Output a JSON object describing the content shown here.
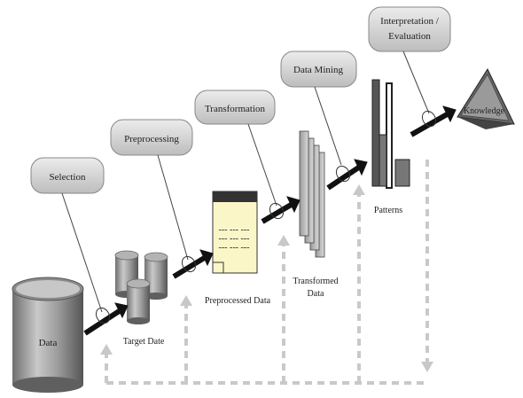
{
  "steps": {
    "selection": "Selection",
    "preprocessing": "Preprocessing",
    "transformation": "Transformation",
    "data_mining": "Data Mining",
    "interpretation_line1": "Interpretation /",
    "interpretation_line2": "Evaluation"
  },
  "artifacts": {
    "data": "Data",
    "target_data": "Target Date",
    "preprocessed_data": "Preprocessed Data",
    "transformed_line1": "Transformed",
    "transformed_line2": "Data",
    "patterns": "Patterns",
    "knowledge": "Knowledge"
  },
  "doc_lines": [
    "--- --- ---",
    "--- --- ---",
    "--- --- ---"
  ]
}
